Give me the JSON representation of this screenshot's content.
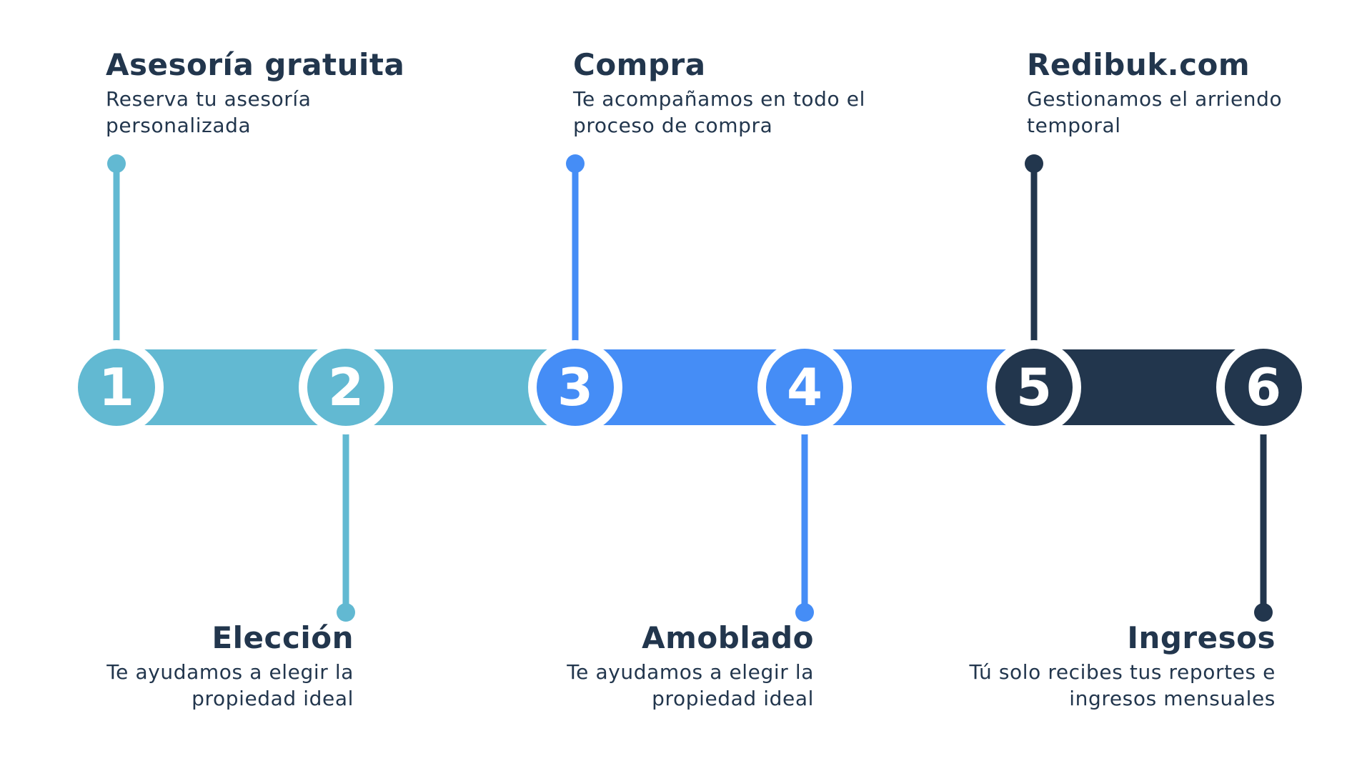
{
  "colors": {
    "light_blue": "#62b9d2",
    "blue": "#458df6",
    "navy": "#22364d",
    "text": "#22364d",
    "background": "#ffffff"
  },
  "steps": [
    {
      "number": "1",
      "title": "Asesoría gratuita",
      "description": "Reserva tu asesoría personalizada",
      "color": "light_blue"
    },
    {
      "number": "2",
      "title": "Elección",
      "description": "Te ayudamos a elegir la propiedad ideal",
      "color": "light_blue"
    },
    {
      "number": "3",
      "title": "Compra",
      "description": "Te acompañamos en todo el proceso de compra",
      "color": "blue"
    },
    {
      "number": "4",
      "title": "Amoblado",
      "description": "Te ayudamos a elegir la propiedad ideal",
      "color": "blue"
    },
    {
      "number": "5",
      "title": "Redibuk.com",
      "description": "Gestionamos el arriendo temporal",
      "color": "navy"
    },
    {
      "number": "6",
      "title": "Ingresos",
      "description": "Tú solo recibes tus reportes e ingresos mensuales",
      "color": "navy"
    }
  ]
}
